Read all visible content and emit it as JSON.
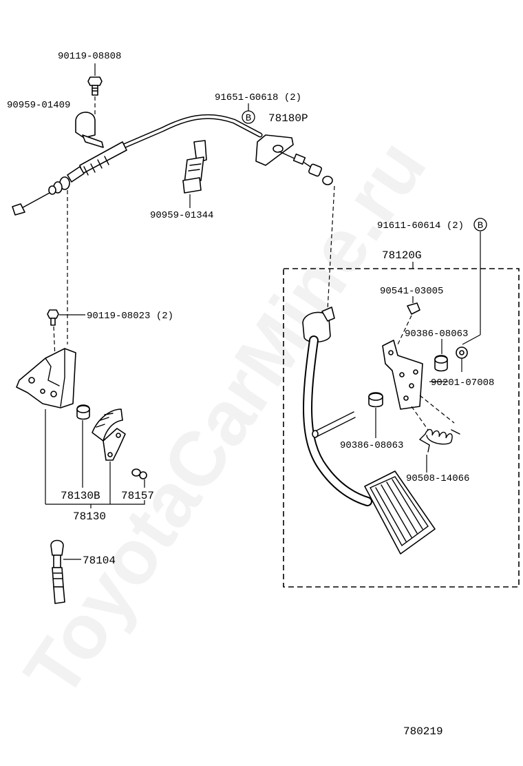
{
  "watermark": "ToyotaCarMine.ru",
  "labels": {
    "p_90119_08808": "90119-08808",
    "p_90959_01409": "90959-01409",
    "p_91651_g0618": "91651-G0618 (2)",
    "p_78180p": "78180P",
    "p_90959_01344": "90959-01344",
    "p_91611_60614": "91611-60614 (2)",
    "p_78120g": "78120G",
    "p_90541_03005": "90541-03005",
    "p_90386_08063_top": "90386-08063",
    "p_90201_07008": "90201-07008",
    "p_90386_08063_bottom": "90386-08063",
    "p_90508_14066": "90508-14066",
    "p_90119_08023": "90119-08023 (2)",
    "p_78130b": "78130B",
    "p_78157": "78157",
    "p_78130": "78130",
    "p_78104": "78104",
    "figure_code": "780219",
    "marker_b": "B"
  },
  "icons": {
    "bolt": "bolt-icon",
    "clamp": "cable-clamp-icon",
    "pedal": "accelerator-pedal-icon",
    "spring": "spring-icon"
  }
}
